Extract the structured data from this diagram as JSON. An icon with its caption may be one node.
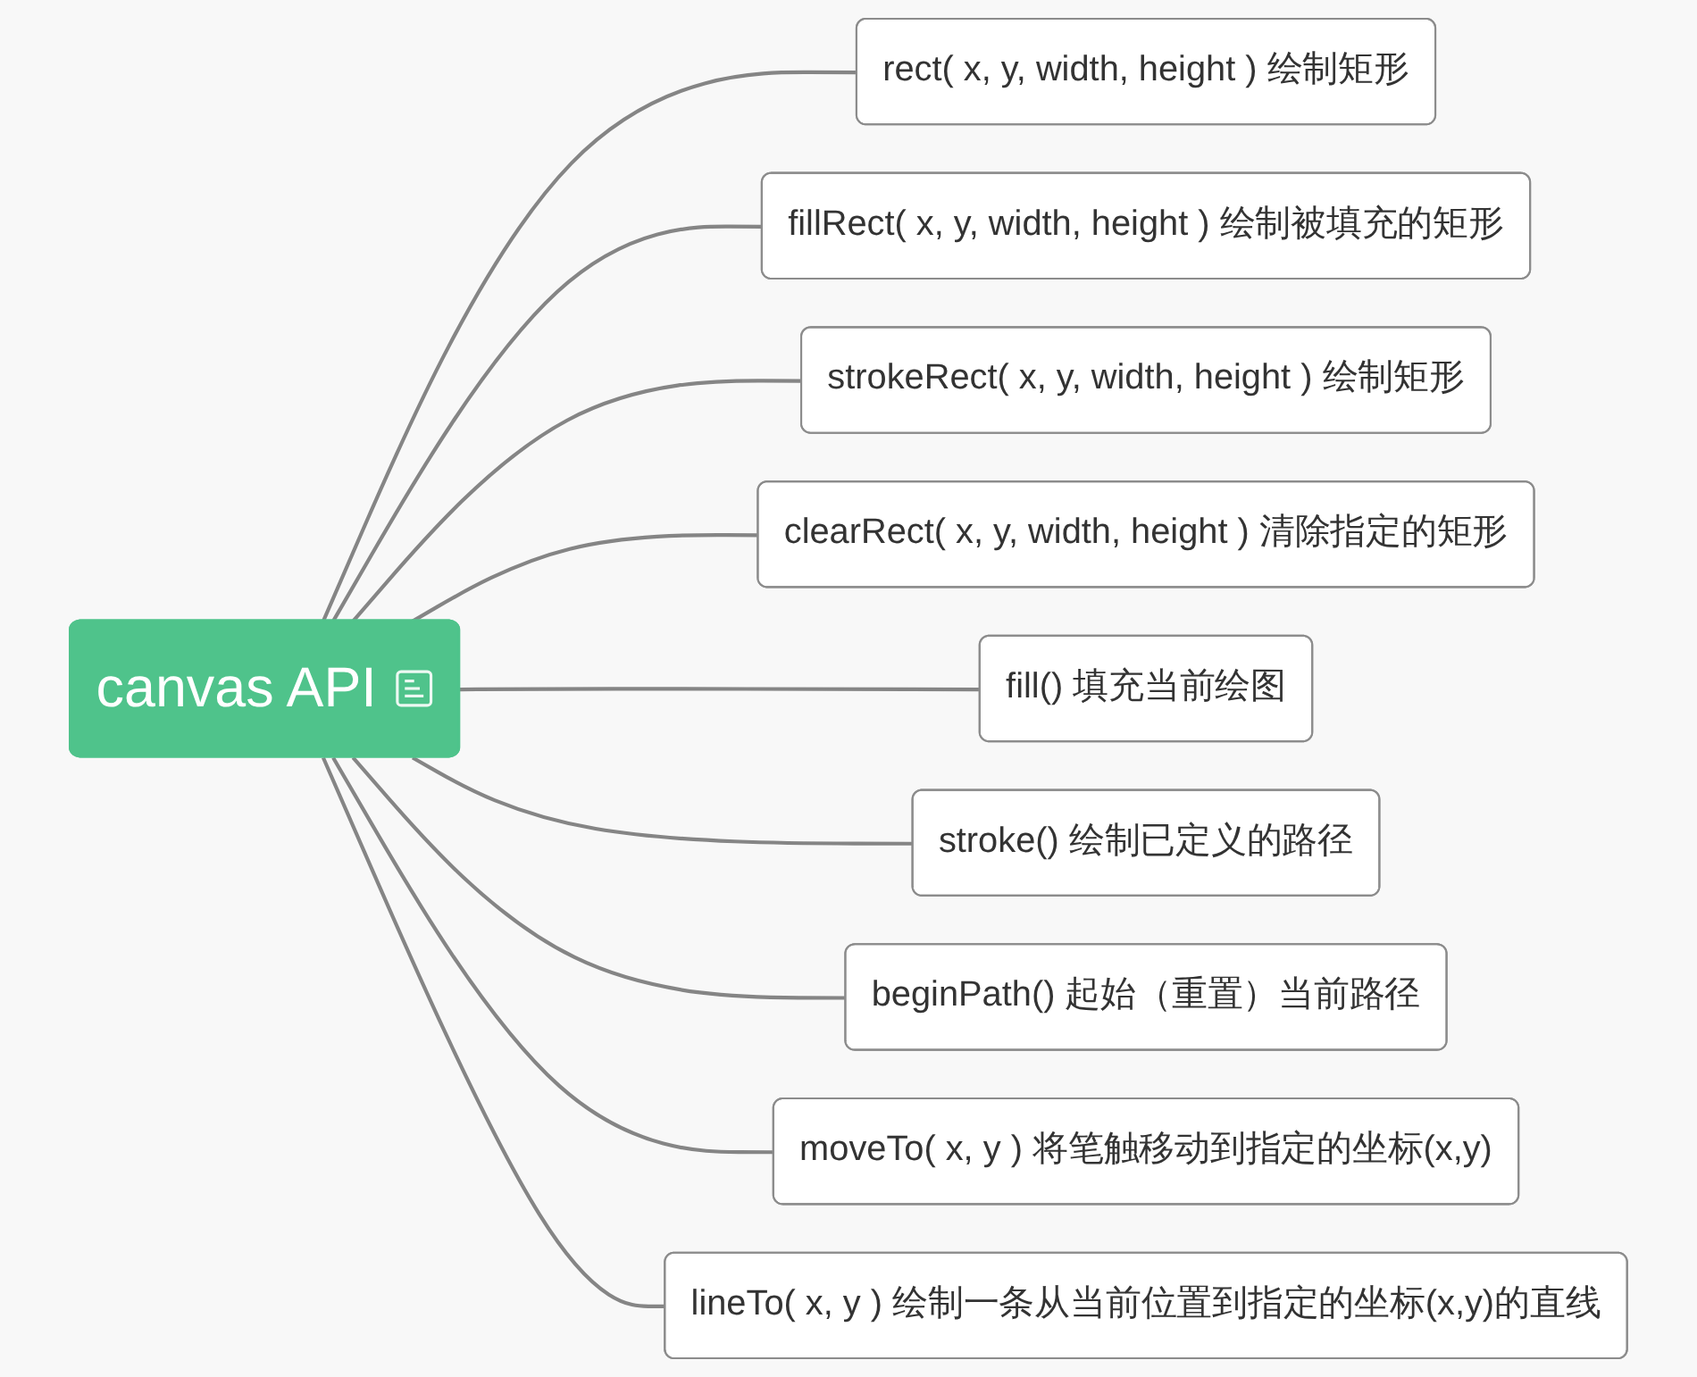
{
  "diagram": {
    "nodes": [
      {
        "text": [
          "canvas API"
        ]
      },
      {
        "text": [
          "rect( x, y, width, height ) 绘制矩形"
        ]
      },
      {
        "text": [
          "fillRect( x, y, width, height ) 绘制被填充的矩形"
        ]
      },
      {
        "text": [
          "strokeRect( x, y, width, height ) 绘制矩形"
        ]
      },
      {
        "text": [
          "clearRect( x, y, width, height ) 清除指定的矩形"
        ]
      },
      {
        "text": [
          "fill() 填充当前绘图"
        ]
      },
      {
        "text": [
          "stroke() 绘制已定义的路径"
        ]
      },
      {
        "text": [
          "beginPath() 起始（重置）当前路径"
        ]
      },
      {
        "text": [
          "moveTo( x, y ) 将笔触移动到指定的坐标(x,y)"
        ]
      },
      {
        "text": [
          "lineTo( x, y ) 绘制一条从当前位置到指定的坐标(x,y)的直线"
        ]
      }
    ],
    "edges": [
      {
        "from": 0,
        "to": 1,
        "arrow": "none"
      },
      {
        "from": 0,
        "to": 2,
        "arrow": "none"
      },
      {
        "from": 0,
        "to": 3,
        "arrow": "none"
      },
      {
        "from": 0,
        "to": 4,
        "arrow": "none"
      },
      {
        "from": 0,
        "to": 5,
        "arrow": "none"
      },
      {
        "from": 0,
        "to": 6,
        "arrow": "none"
      },
      {
        "from": 0,
        "to": 7,
        "arrow": "none"
      },
      {
        "from": 0,
        "to": 8,
        "arrow": "none"
      },
      {
        "from": 0,
        "to": 9,
        "arrow": "none"
      }
    ]
  }
}
